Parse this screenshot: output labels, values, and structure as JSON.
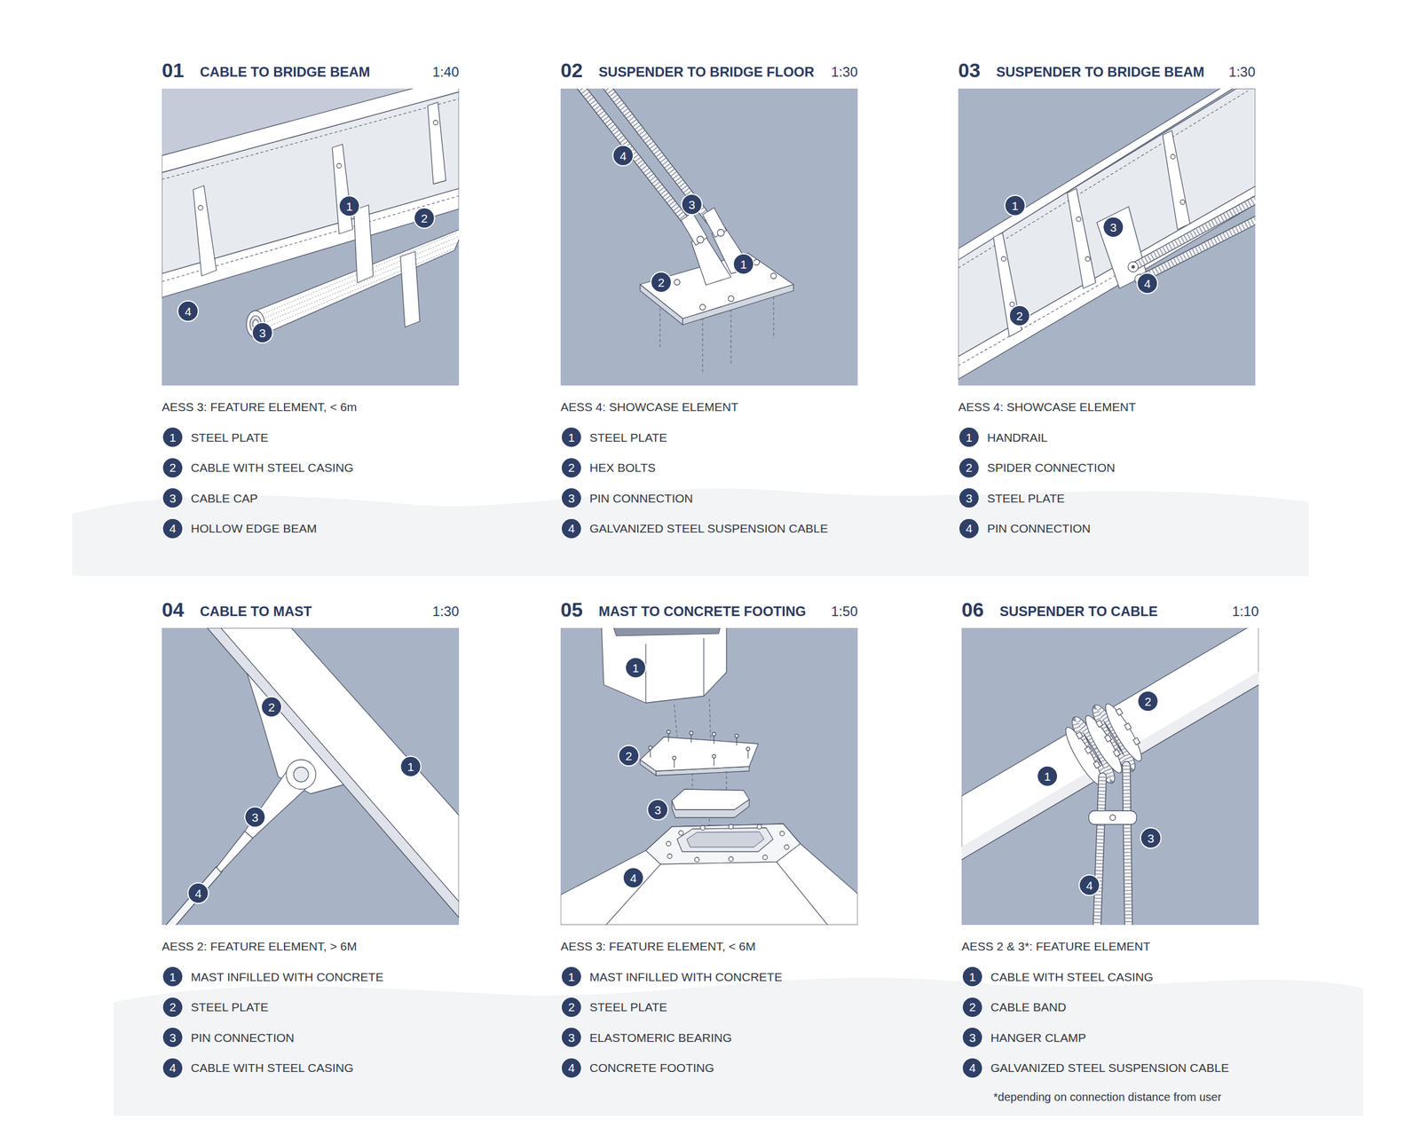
{
  "diagram": {
    "nodes": [
      {
        "text": [
          "1"
        ]
      },
      {
        "text": [
          "2"
        ]
      },
      {
        "text": [
          "3"
        ]
      },
      {
        "text": [
          "4"
        ]
      },
      {
        "text": [
          "1"
        ]
      },
      {
        "text": [
          "2"
        ]
      },
      {
        "text": [
          "3"
        ]
      },
      {
        "text": [
          "4"
        ]
      },
      {
        "text": [
          "1"
        ]
      },
      {
        "text": [
          "2"
        ]
      },
      {
        "text": [
          "3"
        ]
      },
      {
        "text": [
          "4"
        ]
      },
      {
        "text": [
          "1"
        ]
      },
      {
        "text": [
          "2"
        ]
      },
      {
        "text": [
          "3"
        ]
      },
      {
        "text": [
          "4"
        ]
      },
      {
        "text": [
          "1"
        ]
      },
      {
        "text": [
          "2"
        ]
      },
      {
        "text": [
          "3"
        ]
      },
      {
        "text": [
          "4"
        ]
      },
      {
        "text": [
          "1"
        ]
      },
      {
        "text": [
          "2"
        ]
      },
      {
        "text": [
          "3"
        ]
      },
      {
        "text": [
          "4"
        ]
      },
      {
        "text": [
          "1"
        ]
      },
      {
        "text": [
          "2"
        ]
      },
      {
        "text": [
          "3"
        ]
      },
      {
        "text": [
          "4"
        ]
      },
      {
        "text": [
          "1"
        ]
      },
      {
        "text": [
          "2"
        ]
      },
      {
        "text": [
          "3"
        ]
      },
      {
        "text": [
          "4"
        ]
      },
      {
        "text": [
          "1"
        ]
      },
      {
        "text": [
          "2"
        ]
      },
      {
        "text": [
          "3"
        ]
      },
      {
        "text": [
          "4"
        ]
      },
      {
        "text": [
          "1"
        ]
      },
      {
        "text": [
          "2"
        ]
      },
      {
        "text": [
          "3"
        ]
      },
      {
        "text": [
          "4"
        ]
      },
      {
        "text": [
          "1"
        ]
      },
      {
        "text": [
          "2"
        ]
      },
      {
        "text": [
          "3"
        ]
      },
      {
        "text": [
          "4"
        ]
      },
      {
        "text": [
          "1"
        ]
      },
      {
        "text": [
          "2"
        ]
      },
      {
        "text": [
          "3"
        ]
      },
      {
        "text": [
          "4"
        ]
      }
    ],
    "labels": [
      "01",
      "CABLE TO BRIDGE BEAM",
      "1:40",
      "AESS 3: FEATURE ELEMENT, < 6m",
      "STEEL PLATE",
      "CABLE WITH STEEL CASING",
      "CABLE CAP",
      "HOLLOW EDGE BEAM",
      "02",
      "SUSPENDER TO BRIDGE FLOOR",
      "1:30",
      "AESS 4: SHOWCASE ELEMENT",
      "STEEL PLATE",
      "HEX BOLTS",
      "PIN CONNECTION",
      "GALVANIZED STEEL SUSPENSION CABLE",
      "03",
      "SUSPENDER TO BRIDGE BEAM",
      "1:30",
      "AESS 4: SHOWCASE ELEMENT",
      "HANDRAIL",
      "SPIDER CONNECTION",
      "STEEL PLATE",
      "PIN CONNECTION",
      "04",
      "CABLE TO MAST",
      "1:30",
      "AESS 2: FEATURE ELEMENT, > 6M",
      "MAST INFILLED WITH CONCRETE",
      "STEEL PLATE",
      "PIN CONNECTION",
      "CABLE WITH STEEL CASING",
      "05",
      "MAST TO CONCRETE FOOTING",
      "1:50",
      "AESS 3: FEATURE ELEMENT, < 6M",
      "MAST INFILLED WITH CONCRETE",
      "STEEL PLATE",
      "ELASTOMERIC BEARING",
      "CONCRETE FOOTING",
      "06",
      "SUSPENDER TO CABLE",
      "1:10",
      "AESS 2 & 3*: FEATURE ELEMENT",
      "CABLE WITH STEEL CASING",
      "CABLE BAND",
      "HANGER CLAMP",
      "GALVANIZED STEEL SUSPENSION CABLE",
      "*depending on connection distance from user"
    ]
  }
}
